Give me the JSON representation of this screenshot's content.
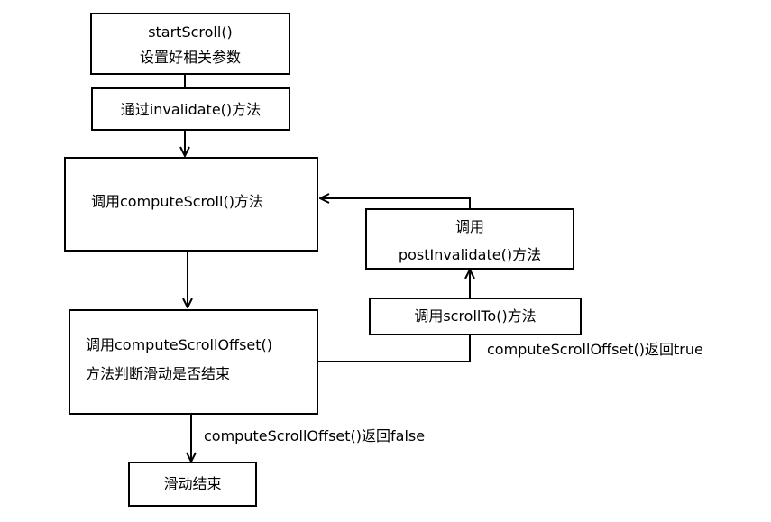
{
  "nodes": {
    "start": {
      "line1": "startScroll()",
      "line2": "设置好相关参数"
    },
    "invalidate": {
      "label": "通过invalidate()方法"
    },
    "compute_scroll": {
      "label": "调用computeScroll()方法"
    },
    "post_invalidate": {
      "line1": "调用",
      "line2": "postInvalidate()方法"
    },
    "scroll_to": {
      "label": "调用scrollTo()方法"
    },
    "offset_check": {
      "line1": "调用computeScrollOffset()",
      "line2": "方法判断滑动是否结束"
    },
    "end": {
      "label": "滑动结束"
    }
  },
  "edges": {
    "true_label": "computeScrollOffset()返回true",
    "false_label": "computeScrollOffset()返回false"
  }
}
